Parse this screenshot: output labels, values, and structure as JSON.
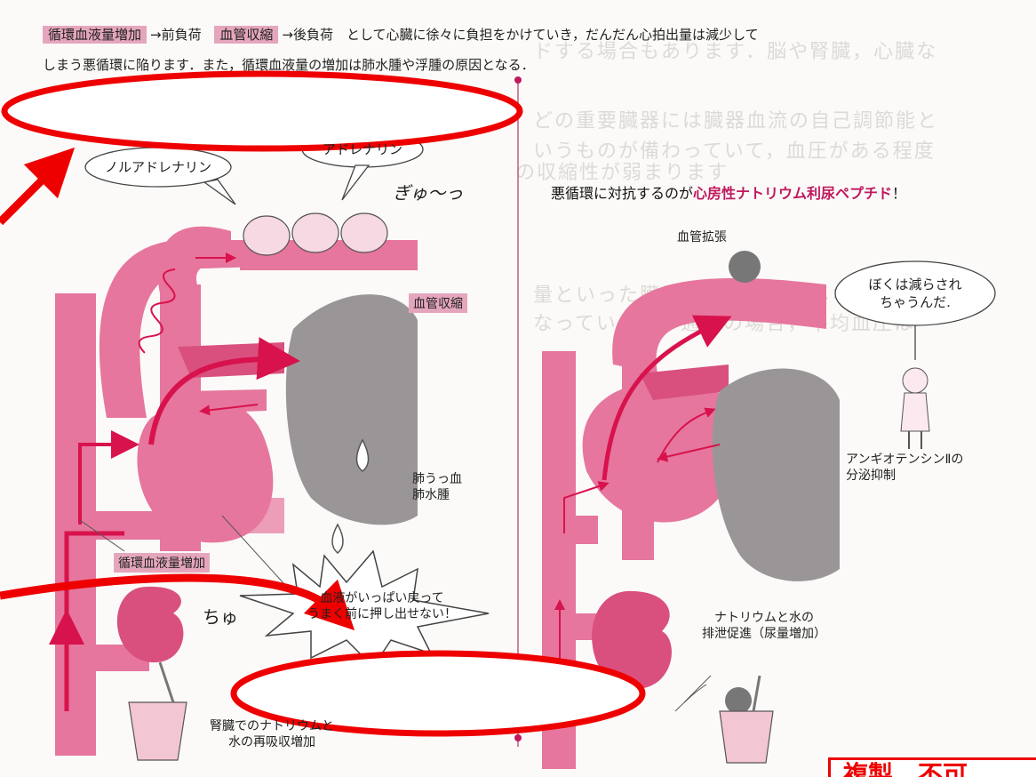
{
  "header": {
    "tag_circulation": "循環血液量増加",
    "arrow_preload": "→前負荷",
    "tag_vasoconstriction": "血管収縮",
    "line1_rest": "→後負荷　として心臓に徐々に負担をかけていき，だんだん心拍出量は減少して",
    "line2": "しまう悪循環に陥ります．また，循環血液量の増加は肺水腫や浮腫の原因となる．"
  },
  "left_panel": {
    "speech_noradrenaline": "ノルアドレナリン",
    "speech_adrenaline": "アドレナリン",
    "onomatopoeia_squeeze": "ぎゅ〜っ",
    "tag_vasoconstriction": "血管収縮",
    "label_lung": "肺うっ血\n肺水腫",
    "tag_circulation": "循環血液量増加",
    "burst_text": "血液がいっぱい戻って\nうまく前に押し出せない！",
    "onomatopoeia_sip": "ちゅ",
    "label_kidney": "腎臓でのナトリウムと\n水の再吸収増加"
  },
  "right_panel": {
    "headline_prefix": "悪循環に対抗するのが",
    "headline_bold": "心房性ナトリウム利尿ペプチド",
    "headline_suffix": "！",
    "label_vasodilation": "血管拡張",
    "speech_reduced": "ぼくは減らされ\nちゃうんだ.",
    "label_angiotensin": "アンギオテンシンⅡの\n分泌抑制",
    "label_excretion": "ナトリウムと水の\n排泄促進（尿量増加）"
  },
  "stamp_text": "複製　不可",
  "colors": {
    "vessel_pink": "#e6769d",
    "vessel_dark": "#d9507f",
    "arrow_red": "#d8124c",
    "lung_gray": "#9a9697",
    "annotation_red": "#ee0000",
    "tag_pink": "#e5a6bd"
  }
}
